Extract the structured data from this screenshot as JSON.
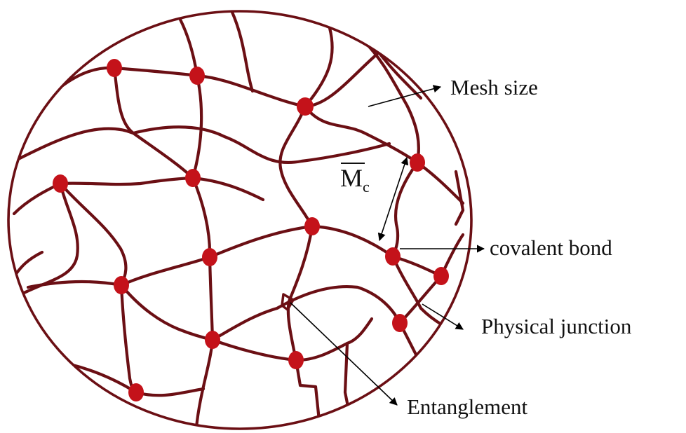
{
  "labels": {
    "mesh_size": "Mesh size",
    "covalent_bond": "covalent bond",
    "physical_junction": "Physical junction",
    "entanglement": "Entanglement",
    "mc_symbol": "M",
    "mc_subscript": "c"
  },
  "colors": {
    "chain": "#6b0f14",
    "crosslink": "#c4121a",
    "pointer": "#000000"
  }
}
